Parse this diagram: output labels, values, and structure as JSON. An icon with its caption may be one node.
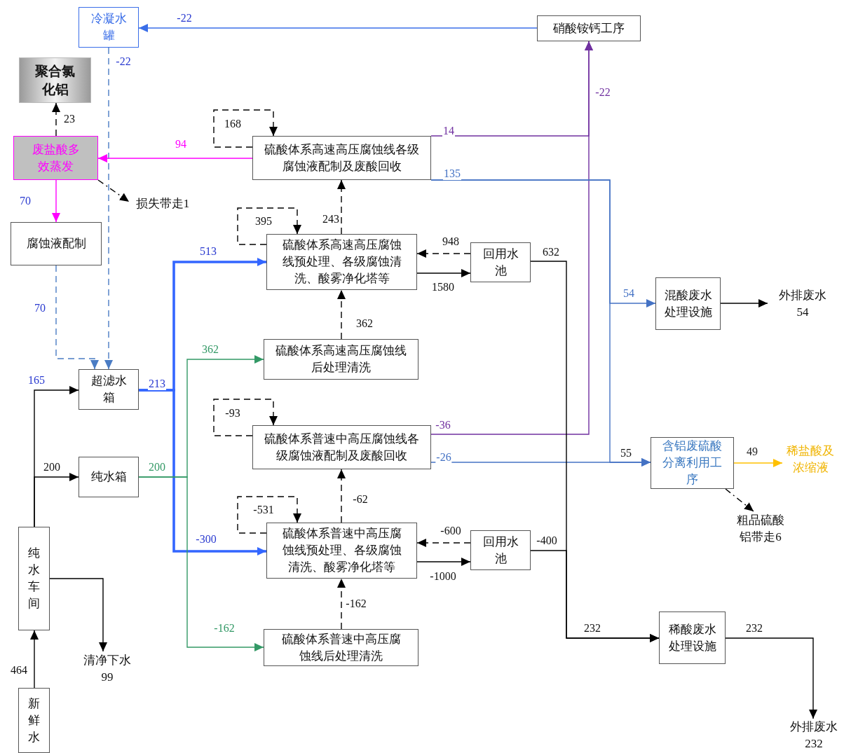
{
  "diagram": {
    "nodes": [
      {
        "text": [
          "冷凝水罐"
        ]
      },
      {
        "text": [
          "硝酸铵钙工序"
        ]
      },
      {
        "text": [
          "聚合氯化铝"
        ]
      },
      {
        "text": [
          "废盐酸多效蒸发"
        ]
      },
      {
        "text": [
          "损失带走1"
        ]
      },
      {
        "text": [
          "硫酸体系高速高压腐蚀线各级腐蚀液配制及废酸回收"
        ]
      },
      {
        "text": [
          "腐蚀液配制"
        ]
      },
      {
        "text": [
          "硫酸体系高速高压腐蚀线预处理、各级腐蚀清洗、酸雾净化塔等"
        ]
      },
      {
        "text": [
          "回用水池"
        ]
      },
      {
        "text": [
          "混酸废水处理设施"
        ]
      },
      {
        "text": [
          "外排废水",
          "54"
        ]
      },
      {
        "text": [
          "硫酸体系高速高压腐蚀线后处理清洗"
        ]
      },
      {
        "text": [
          "超滤水箱"
        ]
      },
      {
        "text": [
          "纯水箱"
        ]
      },
      {
        "text": [
          "硫酸体系普速中高压腐蚀线各级腐蚀液配制及废酸回收"
        ]
      },
      {
        "text": [
          "含铝废硫酸分离利用工序"
        ]
      },
      {
        "text": [
          "稀盐酸及浓缩液"
        ]
      },
      {
        "text": [
          "粗品硫酸铝带走6"
        ]
      },
      {
        "text": [
          "硫酸体系普速中高压腐蚀线预处理、各级腐蚀清洗、酸雾净化塔等"
        ]
      },
      {
        "text": [
          "回用水池"
        ]
      },
      {
        "text": [
          "纯水车间"
        ]
      },
      {
        "text": [
          "清净下水",
          "99"
        ]
      },
      {
        "text": [
          "硫酸体系普速中高压腐蚀线后处理清洗"
        ]
      },
      {
        "text": [
          "稀酸废水处理设施"
        ]
      },
      {
        "text": [
          "外排废水",
          "232"
        ]
      },
      {
        "text": [
          "新鲜水"
        ]
      }
    ],
    "edges": [
      {
        "from": 1,
        "to": 0,
        "arrow": "to",
        "label": "-22",
        "color": "#3a6ee8"
      },
      {
        "from": 0,
        "to": 12,
        "arrow": "to",
        "label": "-22",
        "style": "dashed",
        "color": "#4a7cc4"
      },
      {
        "from": 3,
        "to": 2,
        "arrow": "to",
        "label": "23",
        "style": "dashed"
      },
      {
        "from": 5,
        "to": 3,
        "arrow": "to",
        "label": "94",
        "color": "#ff00ff"
      },
      {
        "from": 3,
        "to": 4,
        "arrow": "to",
        "style": "dashed"
      },
      {
        "from": 3,
        "to": 6,
        "arrow": "to",
        "label": "70",
        "color": "#ff00ff"
      },
      {
        "from": 6,
        "to": 12,
        "arrow": "to",
        "label": "70",
        "style": "dashed",
        "color": "#4a7cc4"
      },
      {
        "from": 5,
        "to": 5,
        "arrow": "to",
        "label": "168",
        "style": "dashed"
      },
      {
        "from": 5,
        "to": 1,
        "arrow": "to",
        "label": "14",
        "color": "#7030a0"
      },
      {
        "from": 14,
        "to": 1,
        "arrow": "to",
        "label": "-36",
        "color": "#7030a0"
      },
      {
        "from": 5,
        "to": 9,
        "arrow": "to",
        "label": "54",
        "color": "#4472c4"
      },
      {
        "from": 5,
        "to": 15,
        "arrow": "to",
        "label": "135",
        "color": "#4472c4"
      },
      {
        "from": 14,
        "to": 15,
        "arrow": "to",
        "label": "-26",
        "color": "#4472c4"
      },
      {
        "from": 7,
        "to": 5,
        "arrow": "to",
        "label": "243",
        "style": "dashed"
      },
      {
        "from": 7,
        "to": 7,
        "arrow": "to",
        "label": "395",
        "style": "dashed"
      },
      {
        "from": 8,
        "to": 7,
        "arrow": "to",
        "label": "948",
        "style": "dashed"
      },
      {
        "from": 7,
        "to": 8,
        "arrow": "to",
        "label": "1580"
      },
      {
        "from": 8,
        "to": 23,
        "arrow": "to",
        "label": "632"
      },
      {
        "from": 19,
        "to": 23,
        "arrow": "to",
        "label": "-400"
      },
      {
        "from": 11,
        "to": 7,
        "arrow": "to",
        "label": "362",
        "style": "dashed"
      },
      {
        "from": 12,
        "to": 7,
        "arrow": "to",
        "label": "513",
        "style": "thick",
        "color": "#3366ff"
      },
      {
        "from": 12,
        "to": 18,
        "arrow": "to",
        "label": "-300",
        "style": "thick",
        "color": "#3366ff"
      },
      {
        "from": 13,
        "to": 11,
        "arrow": "to",
        "label": "362",
        "color": "#339966"
      },
      {
        "from": 13,
        "to": 22,
        "arrow": "to",
        "label": "-162",
        "color": "#339966"
      },
      {
        "from": 20,
        "to": 12,
        "arrow": "to",
        "label": "165"
      },
      {
        "from": 20,
        "to": 13,
        "arrow": "to",
        "label": "200"
      },
      {
        "from": 20,
        "to": 21,
        "arrow": "to"
      },
      {
        "from": 25,
        "to": 20,
        "arrow": "to",
        "label": "464"
      },
      {
        "from": 14,
        "to": 14,
        "arrow": "to",
        "label": "-93",
        "style": "dashed"
      },
      {
        "from": 18,
        "to": 14,
        "arrow": "to",
        "label": "-62",
        "style": "dashed"
      },
      {
        "from": 18,
        "to": 18,
        "arrow": "to",
        "label": "-531",
        "style": "dashed"
      },
      {
        "from": 19,
        "to": 18,
        "arrow": "to",
        "label": "-600",
        "style": "dashed"
      },
      {
        "from": 18,
        "to": 19,
        "arrow": "to",
        "label": "-1000"
      },
      {
        "from": 22,
        "to": 18,
        "arrow": "to",
        "label": "-162",
        "style": "dashed"
      },
      {
        "from": 9,
        "to": 10,
        "arrow": "to"
      },
      {
        "from": 15,
        "to": 16,
        "arrow": "to",
        "label": "49",
        "color": "#ffc000"
      },
      {
        "from": 15,
        "to": 17,
        "arrow": "to",
        "style": "dashed"
      },
      {
        "from": 23,
        "to": 24,
        "arrow": "to",
        "label": "232"
      }
    ],
    "labels": [
      "-22",
      "213",
      "55",
      "200",
      "232"
    ]
  }
}
